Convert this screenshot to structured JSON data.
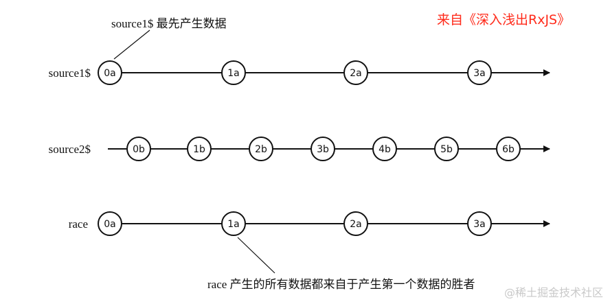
{
  "credit": "来自《深入浅出RxJS》",
  "watermark": "@稀土掘金技术社区",
  "annotations": {
    "top": "source1$ 最先产生数据",
    "bottom": "race 产生的所有数据都来自于产生第一个数据的胜者"
  },
  "streams": [
    {
      "name": "source1$",
      "items": [
        "0a",
        "1a",
        "2a",
        "3a"
      ]
    },
    {
      "name": "source2$",
      "items": [
        "0b",
        "1b",
        "2b",
        "3b",
        "4b",
        "5b",
        "6b"
      ]
    },
    {
      "name": "race",
      "items": [
        "0a",
        "1a",
        "2a",
        "3a"
      ]
    }
  ]
}
